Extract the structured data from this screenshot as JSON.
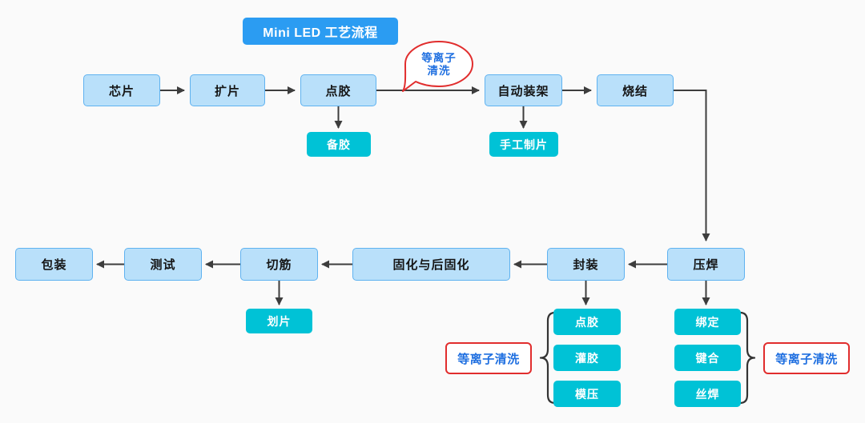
{
  "title": {
    "text": "Mini LED 工艺流程"
  },
  "bubble": {
    "line1": "等离子",
    "line2": "清洗"
  },
  "nodes": {
    "chip": "芯片",
    "film_expand": "扩片",
    "dispense": "点胶",
    "auto_mount": "自动装架",
    "sinter": "烧结",
    "press_weld": "压焊",
    "encapsulate": "封装",
    "cure": "固化与后固化",
    "trim": "切筋",
    "test": "测试",
    "pack": "包装",
    "prepare_glue": "备胶",
    "manual_wafer": "手工制片",
    "scribe": "划片"
  },
  "encapsulate_group": {
    "label": "等离子清洗",
    "items": [
      "点胶",
      "灌胶",
      "模压"
    ]
  },
  "bond_group": {
    "label": "等离子清洗",
    "items": [
      "绑定",
      "键合",
      "丝焊"
    ]
  },
  "colors": {
    "background": "#FAFAFA",
    "title_fill": "#2B9CF2",
    "process_fill": "#B9E0FA",
    "process_border": "#5FB2F0",
    "substep_fill": "#00C2D6",
    "accent_red": "#E12D2D",
    "accent_blue_text": "#1F6FE0",
    "arrow": "#3D3D3D"
  }
}
